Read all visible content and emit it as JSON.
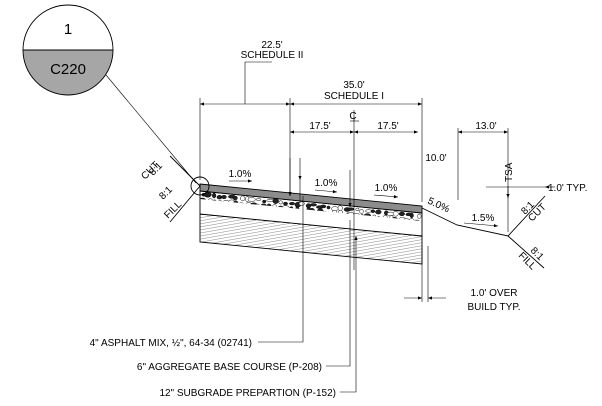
{
  "title_block": {
    "detail_number": "1",
    "sheet_number": "C220",
    "fill_color": "#a6a6a6"
  },
  "dimensions": {
    "schedule_ii_width": "22.5'",
    "schedule_ii_label": "SCHEDULE II",
    "schedule_i_width": "35.0'",
    "schedule_i_label": "SCHEDULE I",
    "centerline": "CL",
    "half_left": "17.5'",
    "half_right": "17.5'",
    "shoulder": "10.0'",
    "ditch": "13.0'"
  },
  "slopes": {
    "left_cut": "8:1",
    "left_cut_label": "CUT",
    "left_fill": "8:1",
    "left_fill_label": "FILL",
    "left_cross": "1.0%",
    "mid_cross": "1.0%",
    "right_cross": "1.0%",
    "shoulder_slope": "5.0%",
    "ditch_slope": "1.5%",
    "right_cut": "8:1",
    "right_cut_label": "CUT",
    "right_fill": "8:1",
    "right_fill_label": "FILL"
  },
  "notes": {
    "tsa": "TSA",
    "typ_depth": "1.0' TYP.",
    "over_build_line1": "1.0' OVER",
    "over_build_line2": "BUILD TYP."
  },
  "callouts": {
    "asphalt": "4\" ASPHALT MIX, ½\", 64-34  (02741)",
    "aggregate": "6\" AGGREGATE BASE COURSE (P-208)",
    "subgrade": "12\" SUBGRADE PREPARTION (P-152)"
  },
  "colors": {
    "asphalt": "#8c8c8c",
    "subgrade_hatch": "#666666"
  }
}
